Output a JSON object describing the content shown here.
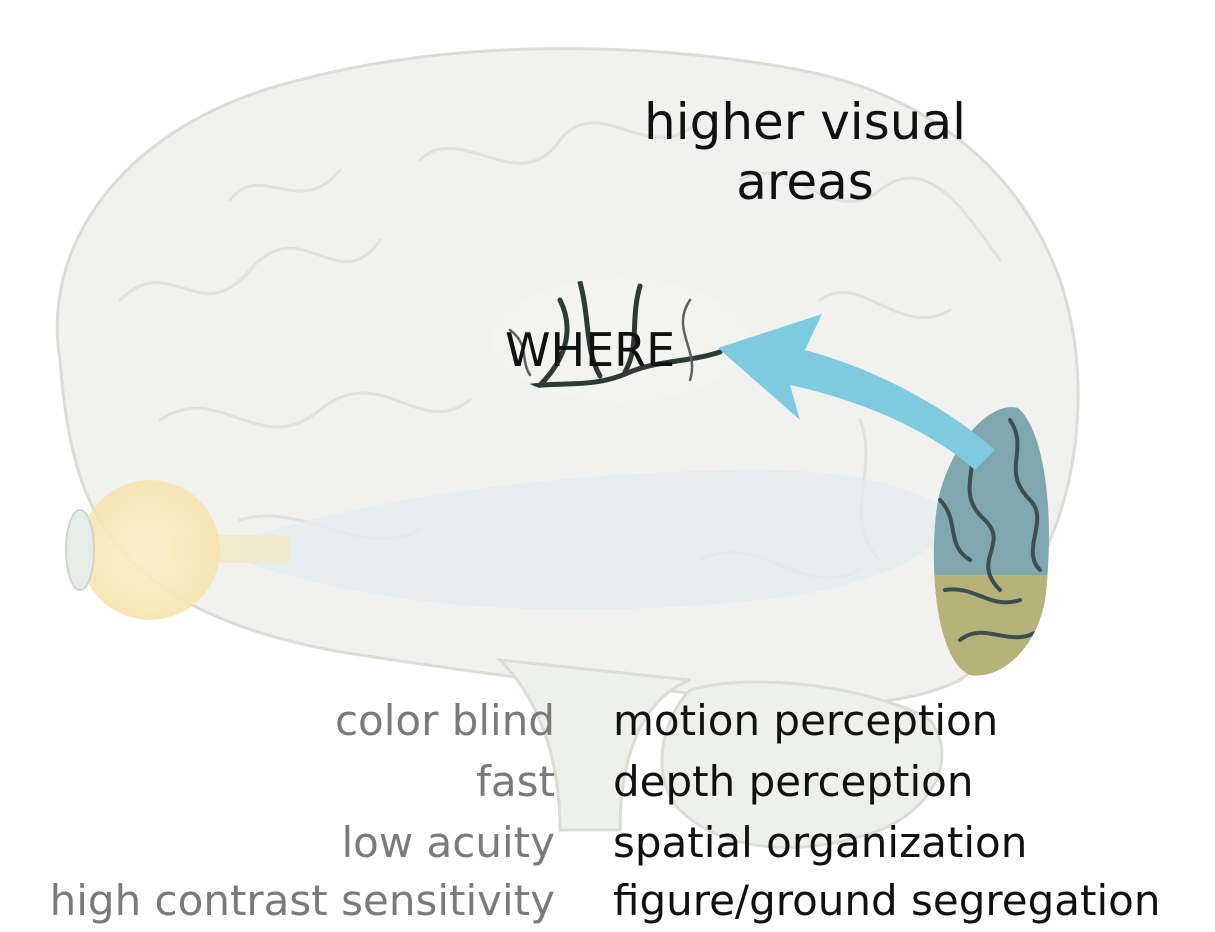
{
  "diagram": {
    "title": "higher visual areas",
    "region_label": "WHERE",
    "arrow_color": "#7ecbe0",
    "region_colors": {
      "occipital_upper": "#7fa7ad",
      "occipital_lower": "#b7b27a",
      "eye": "#f5e6b3"
    },
    "properties_left": [
      "color blind",
      "fast",
      "low acuity",
      "high contrast sensitivity"
    ],
    "properties_right": [
      "motion perception",
      "depth perception",
      "spatial organization",
      "figure/ground segregation"
    ]
  }
}
